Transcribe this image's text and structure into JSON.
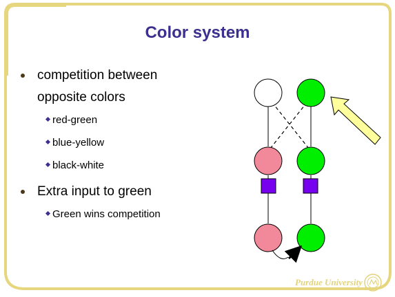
{
  "slide": {
    "title": "Color system",
    "bullets": [
      {
        "text_lines": [
          "competition between",
          "opposite colors"
        ],
        "sub": [
          "red-green",
          "blue-yellow",
          "black-white"
        ]
      },
      {
        "text_lines": [
          "Extra input to green"
        ],
        "sub": [
          "Green wins competition"
        ]
      }
    ],
    "footer": "Purdue University"
  },
  "colors": {
    "frame": "#e6d67e",
    "title": "#3b2f8f",
    "bullet_sub": "#3b2f8f",
    "red_node": "#f2899a",
    "green_node": "#00ee00",
    "white_node": "#ffffff",
    "square": "#7700ee",
    "arrow_fill": "#ffff9c"
  },
  "diagram": {
    "nodes": [
      {
        "name": "top-left-white-node",
        "color": "white"
      },
      {
        "name": "top-right-green-node",
        "color": "green"
      },
      {
        "name": "middle-left-red-node",
        "color": "red"
      },
      {
        "name": "middle-right-green-node",
        "color": "green"
      },
      {
        "name": "bottom-left-red-node",
        "color": "red"
      },
      {
        "name": "bottom-right-green-node",
        "color": "green"
      }
    ],
    "squares": [
      "left-square",
      "right-square"
    ],
    "arrows": [
      "extra-input-arrow",
      "bottom-black-arrow",
      "dashed-cross-connections"
    ]
  },
  "icons": [
    "purdue-seal-icon"
  ]
}
